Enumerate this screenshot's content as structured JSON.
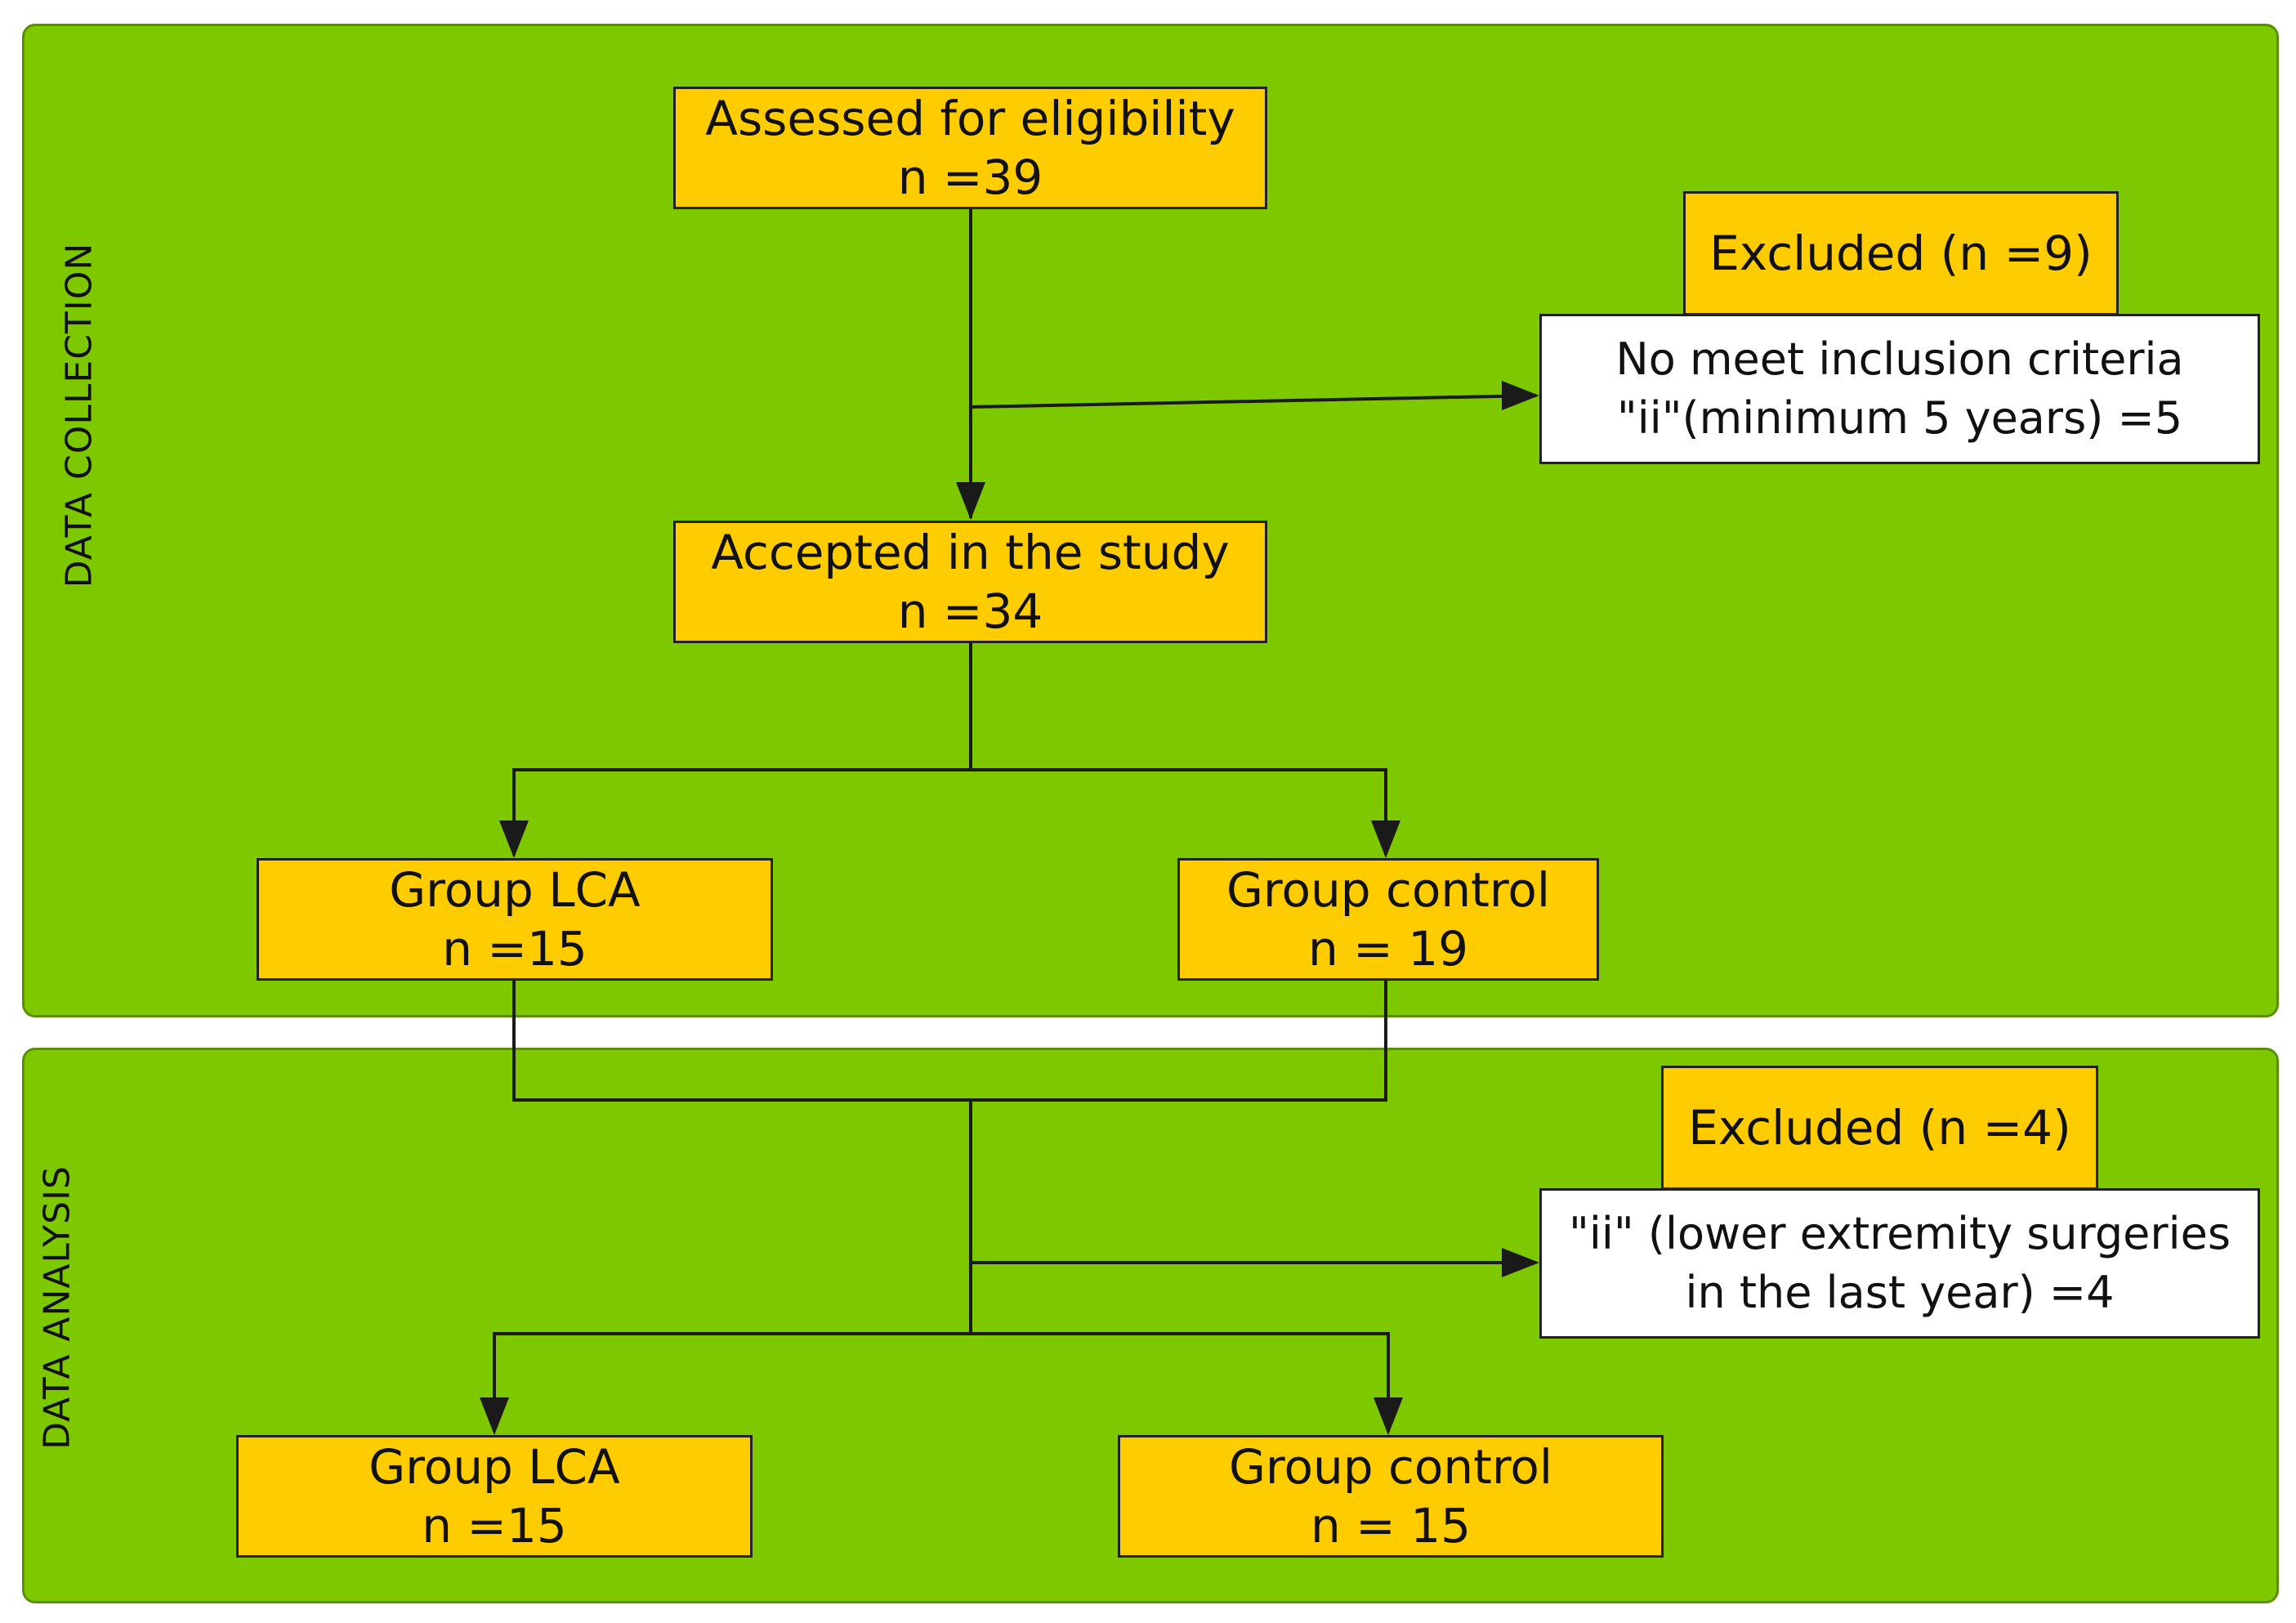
{
  "panels": {
    "collection_label": "DATA COLLECTION",
    "analysis_label": "DATA ANALYSIS"
  },
  "collection": {
    "assessed": {
      "title": "Assessed for eligibility",
      "n": "n =39"
    },
    "excluded": {
      "title": "Excluded (n =9)",
      "line1": "No meet inclusion criteria",
      "line2": "\"ii\"(minimum 5 years) =5"
    },
    "accepted": {
      "title": "Accepted in the study",
      "n": "n =34"
    },
    "group_lca": {
      "title": "Group LCA",
      "n": "n =15"
    },
    "group_control": {
      "title": "Group control",
      "n": "n = 19"
    }
  },
  "analysis": {
    "excluded": {
      "title": "Excluded (n =4)",
      "line1": "\"ii\" (lower extremity surgeries",
      "line2": "in the last year) =4"
    },
    "group_lca": {
      "title": "Group LCA",
      "n": "n =15"
    },
    "group_control": {
      "title": "Group control",
      "n": "n = 15"
    }
  },
  "colors": {
    "panel": "#7ec800",
    "box": "#ffcc00",
    "note_box": "#ffffff",
    "line": "#1a1a1a"
  }
}
